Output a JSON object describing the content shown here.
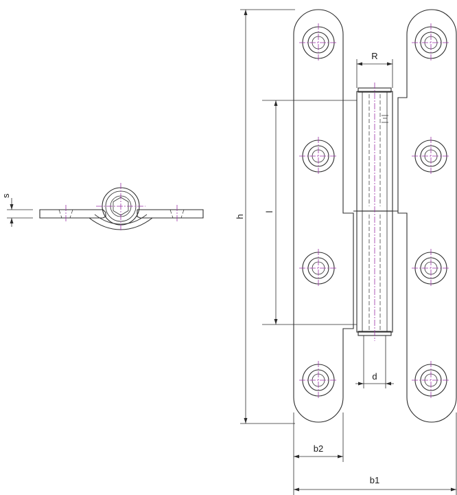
{
  "dimension_labels": {
    "s": "s",
    "h": "h",
    "l": "l",
    "R": "R",
    "d": "d",
    "b2": "b2",
    "b1": "b1"
  },
  "colors": {
    "outline": "#2b2b2b",
    "centerline": "#9b2fa6",
    "background": "#ffffff"
  }
}
